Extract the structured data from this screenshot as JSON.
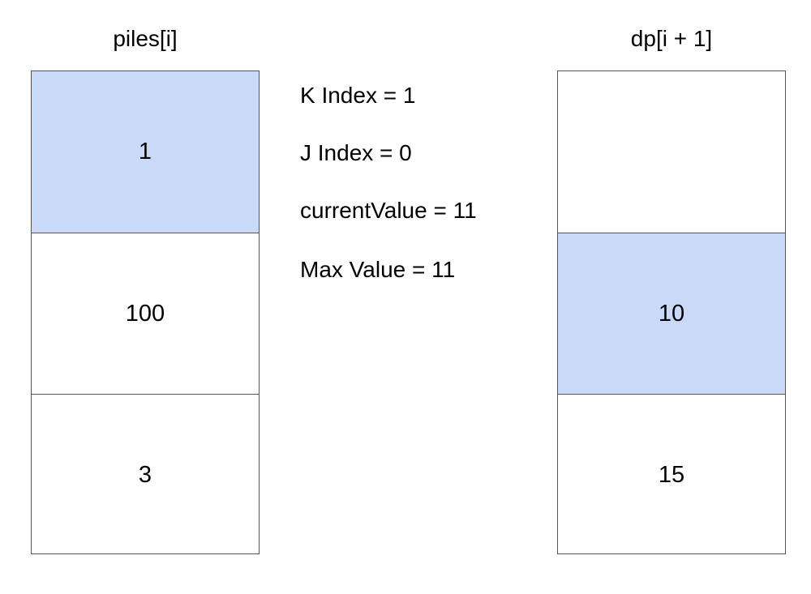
{
  "left_column": {
    "title": "piles[i]",
    "cells": [
      {
        "value": "1",
        "highlighted": true
      },
      {
        "value": "100",
        "highlighted": false
      },
      {
        "value": "3",
        "highlighted": false
      }
    ]
  },
  "right_column": {
    "title": "dp[i + 1]",
    "cells": [
      {
        "value": "",
        "highlighted": false
      },
      {
        "value": "10",
        "highlighted": true
      },
      {
        "value": "15",
        "highlighted": false
      }
    ]
  },
  "info_lines": [
    "K Index = 1",
    "J Index = 0",
    "currentValue = 11",
    "Max Value = 11"
  ],
  "colors": {
    "highlight": "#c9daf8",
    "border": "#555555",
    "background": "#ffffff",
    "text": "#000000"
  }
}
